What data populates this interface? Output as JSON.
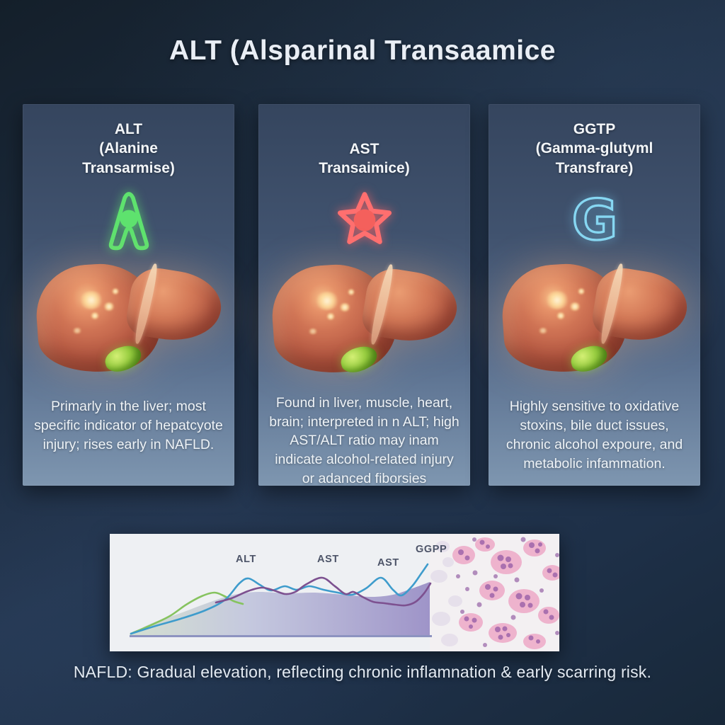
{
  "title": "ALT (Alsparinal Transaamice",
  "cards": [
    {
      "id": "alt",
      "title_lines": [
        "ALT",
        "(Alanine",
        "Transarmise)"
      ],
      "icon": "neon-letter-a-with-dot",
      "icon_color": "#5ee26e",
      "body": "Primarly in the liver; most specific indicator of hepatcyote injury; rises early in NAFLD."
    },
    {
      "id": "ast",
      "title_lines": [
        "AST",
        "Transaimice)"
      ],
      "icon": "neon-star-with-dot",
      "icon_color": "#ff6f6f",
      "body": "Found in liver, muscle, heart, brain; interpreted in n ALT; high AST/ALT ratio may inam indicate alcohol-related injury or adanced fiborsies"
    },
    {
      "id": "ggtp",
      "title_lines": [
        "GGTP",
        "(Gamma-glutyml",
        "Transfrare)"
      ],
      "icon": "neon-letter-g",
      "icon_color": "#86d7f2",
      "body": "Highly sensitive to oxidative stoxins, bile duct issues, chronic alcohol expoure, and metabolic infammation."
    }
  ],
  "caption": "NAFLD: Gradual elevation, reflecting chronic inflamnation & early scarring risk.",
  "colors": {
    "background": "#1c2c3f",
    "card_top": "#35455e",
    "card_bottom": "#7e96b0",
    "accent_green": "#5ee26e",
    "accent_red": "#ff6f6f",
    "accent_blue": "#86d7f2",
    "chart_bg": "#eef0f3",
    "line_green": "#86c35f",
    "line_blue": "#3e9ccc",
    "line_purple": "#7d5190",
    "axis": "#8d93c0",
    "histology_pink": "#eeadca",
    "histology_nucleus": "#9a60a8"
  },
  "chart_data": {
    "type": "line",
    "title": "",
    "xlabel": "",
    "ylabel": "",
    "grid": false,
    "legend_position": "inline-labels-above-peaks",
    "note": "unlabeled stylized enzyme-elevation curves over disease progression; right third of panel is a histology micrograph",
    "baseline_y": 143,
    "axis": {
      "x1": 28,
      "x2": 455,
      "y": 143,
      "width": 3
    },
    "labels": [
      {
        "text": "ALT",
        "x": 178,
        "y": 40
      },
      {
        "text": "AST",
        "x": 293,
        "y": 40
      },
      {
        "text": "AST",
        "x": 378,
        "y": 45
      },
      {
        "text": "GGPP",
        "x": 432,
        "y": 26
      }
    ],
    "series": [
      {
        "name": "area-fill",
        "type": "area",
        "points": [
          [
            28,
            142
          ],
          [
            60,
            126
          ],
          [
            100,
            112
          ],
          [
            140,
            97
          ],
          [
            175,
            86
          ],
          [
            210,
            82
          ],
          [
            250,
            84
          ],
          [
            290,
            83
          ],
          [
            330,
            86
          ],
          [
            370,
            89
          ],
          [
            400,
            86
          ],
          [
            425,
            78
          ],
          [
            452,
            68
          ]
        ]
      },
      {
        "name": "ALT-early-green",
        "type": "line",
        "color": "#86c35f",
        "points": [
          [
            30,
            141
          ],
          [
            58,
            129
          ],
          [
            85,
            116
          ],
          [
            108,
            100
          ],
          [
            130,
            88
          ],
          [
            148,
            83
          ],
          [
            162,
            88
          ],
          [
            175,
            95
          ],
          [
            188,
            99
          ]
        ]
      },
      {
        "name": "ALT-blue",
        "type": "line",
        "color": "#3e9ccc",
        "points": [
          [
            30,
            141
          ],
          [
            65,
            130
          ],
          [
            100,
            120
          ],
          [
            135,
            108
          ],
          [
            163,
            93
          ],
          [
            183,
            70
          ],
          [
            196,
            63
          ],
          [
            212,
            72
          ],
          [
            228,
            80
          ],
          [
            247,
            74
          ],
          [
            264,
            79
          ],
          [
            282,
            74
          ],
          [
            302,
            79
          ],
          [
            322,
            83
          ],
          [
            342,
            86
          ],
          [
            362,
            77
          ],
          [
            383,
            62
          ],
          [
            400,
            79
          ],
          [
            412,
            87
          ],
          [
            427,
            74
          ],
          [
            440,
            56
          ],
          [
            449,
            43
          ]
        ]
      },
      {
        "name": "AST-purple",
        "type": "line",
        "color": "#7d5190",
        "points": [
          [
            150,
            97
          ],
          [
            172,
            91
          ],
          [
            195,
            81
          ],
          [
            215,
            76
          ],
          [
            232,
            80
          ],
          [
            248,
            85
          ],
          [
            262,
            82
          ],
          [
            278,
            71
          ],
          [
            300,
            62
          ],
          [
            318,
            74
          ],
          [
            333,
            85
          ],
          [
            344,
            82
          ],
          [
            357,
            89
          ],
          [
            372,
            96
          ],
          [
            388,
            98
          ],
          [
            403,
            100
          ],
          [
            418,
            101
          ],
          [
            432,
            96
          ],
          [
            444,
            84
          ],
          [
            453,
            70
          ]
        ]
      }
    ]
  }
}
